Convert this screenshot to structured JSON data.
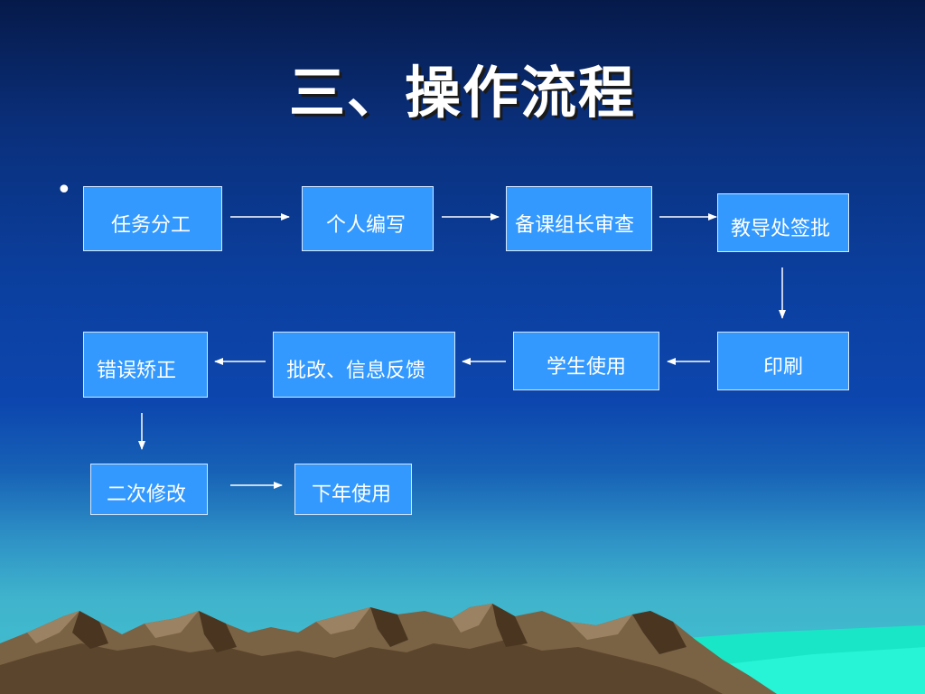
{
  "slide": {
    "title": "三、操作流程",
    "bullet": "•"
  },
  "flow": {
    "steps": [
      "任务分工",
      "个人编写",
      "备课组长审查",
      "教导处签批",
      "印刷",
      "学生使用",
      "批改、信息反馈",
      "错误矫正",
      "二次修改",
      "下年使用"
    ]
  },
  "colors": {
    "box_fill": "#3399ff",
    "box_border": "#d8e8ff",
    "arrow": "#ffffff",
    "text": "#ffffff"
  }
}
